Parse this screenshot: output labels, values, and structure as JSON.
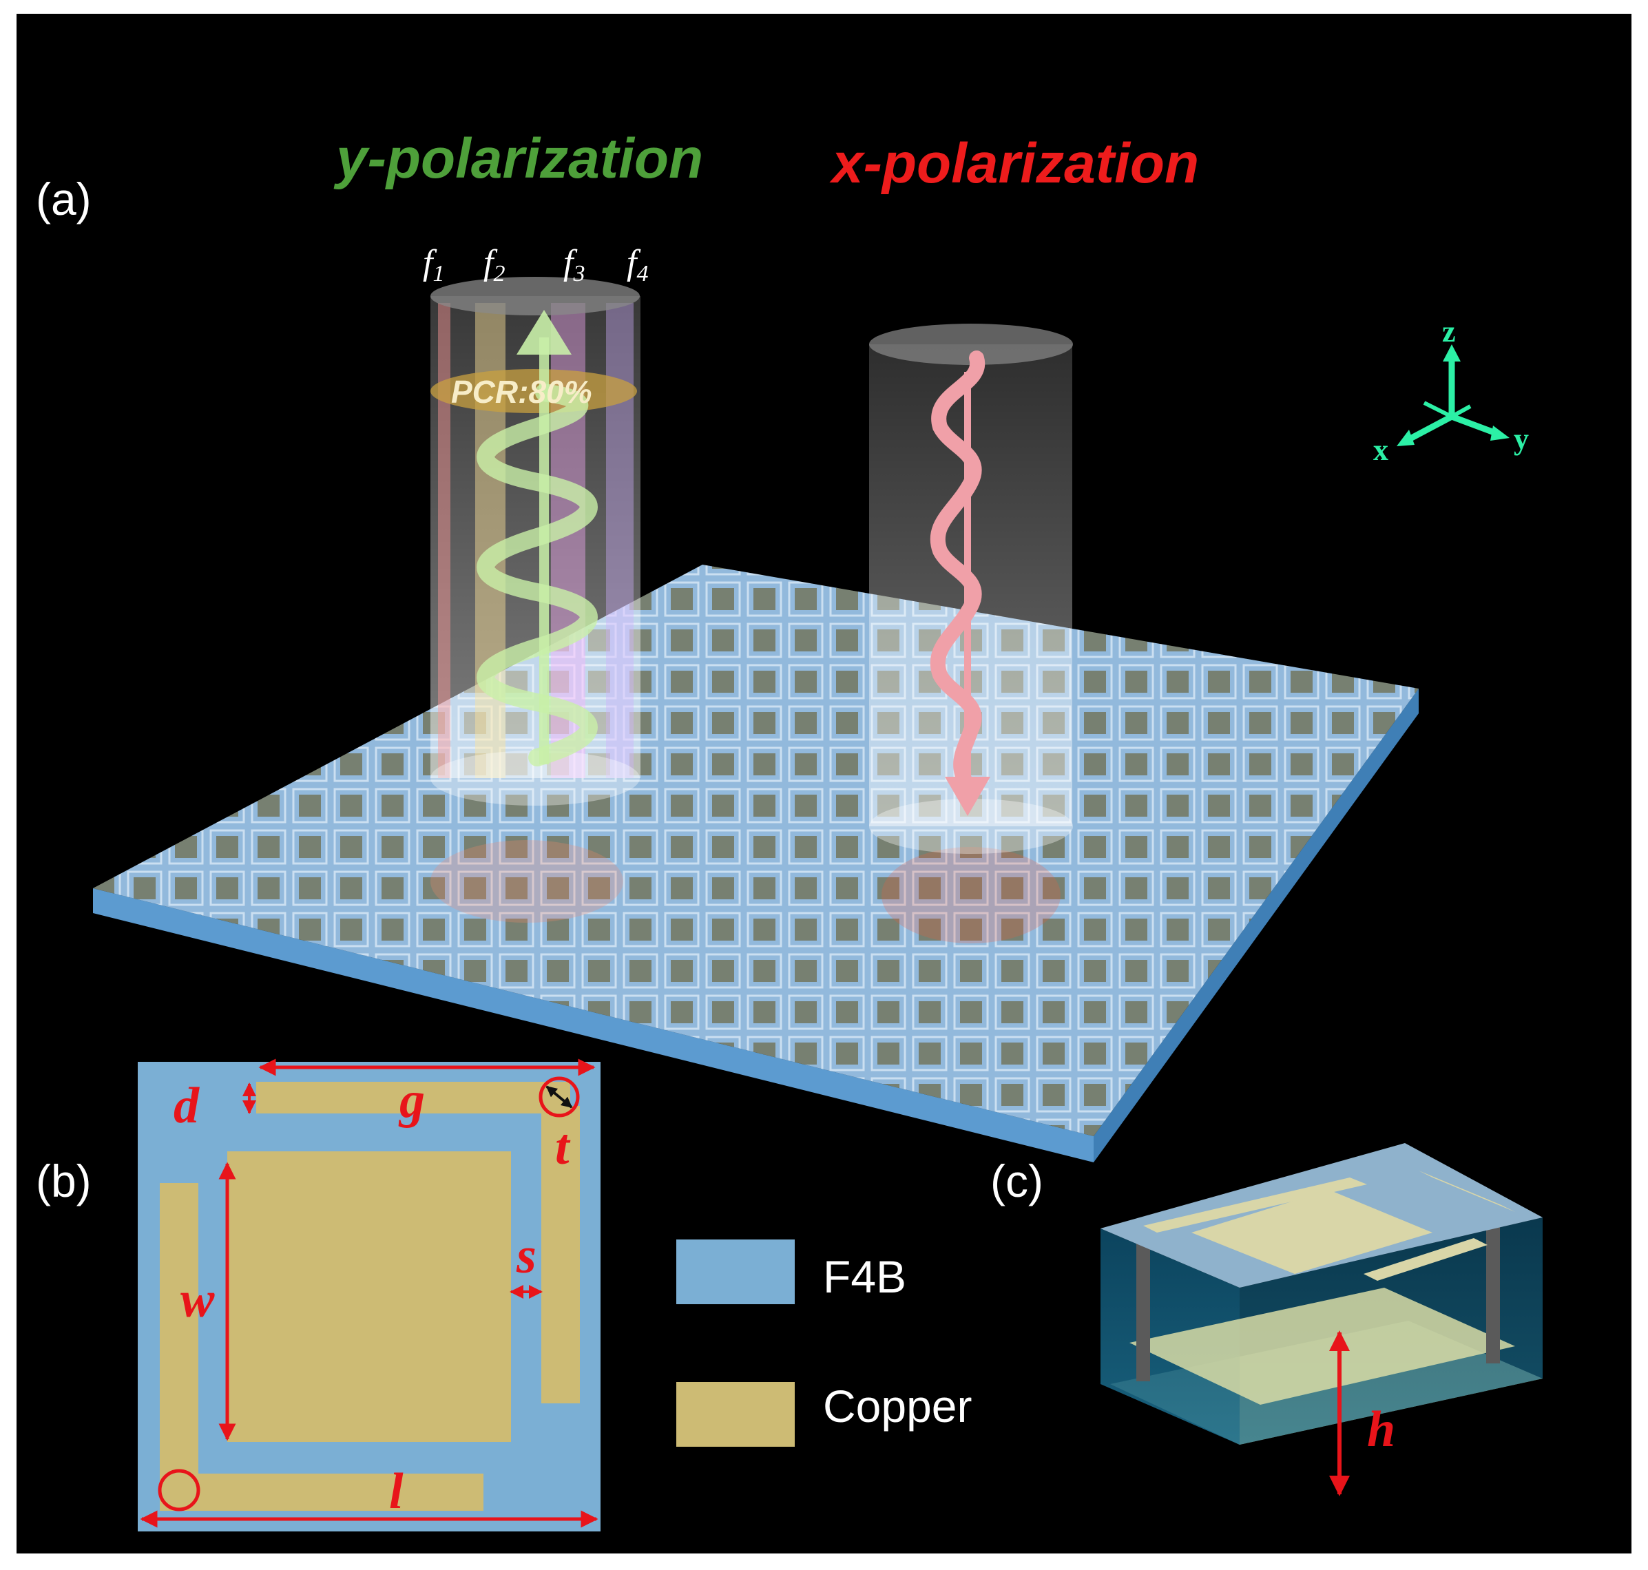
{
  "panels": {
    "a": "(a)",
    "b": "(b)",
    "c": "(c)"
  },
  "polarization": {
    "y_label": "y-polarization",
    "x_label": "x-polarization",
    "y_color": "#4ea03a",
    "x_color": "#ee1c1c"
  },
  "frequencies": {
    "f1": {
      "main": "f",
      "sub": "1"
    },
    "f2": {
      "main": "f",
      "sub": "2"
    },
    "f3": {
      "main": "f",
      "sub": "3"
    },
    "f4": {
      "main": "f",
      "sub": "4"
    }
  },
  "pcr_label": "PCR:80%",
  "axes": {
    "z": "z",
    "x": "x",
    "y": "y",
    "color": "#2cf0a6"
  },
  "dimensions": {
    "d": "d",
    "g": "g",
    "t": "t",
    "w": "w",
    "s": "s",
    "l": "l",
    "h": "h",
    "color": "#e8141a"
  },
  "legend": [
    {
      "label": "F4B",
      "color": "#7bafd4"
    },
    {
      "label": "Copper",
      "color": "#cdbb74"
    }
  ]
}
